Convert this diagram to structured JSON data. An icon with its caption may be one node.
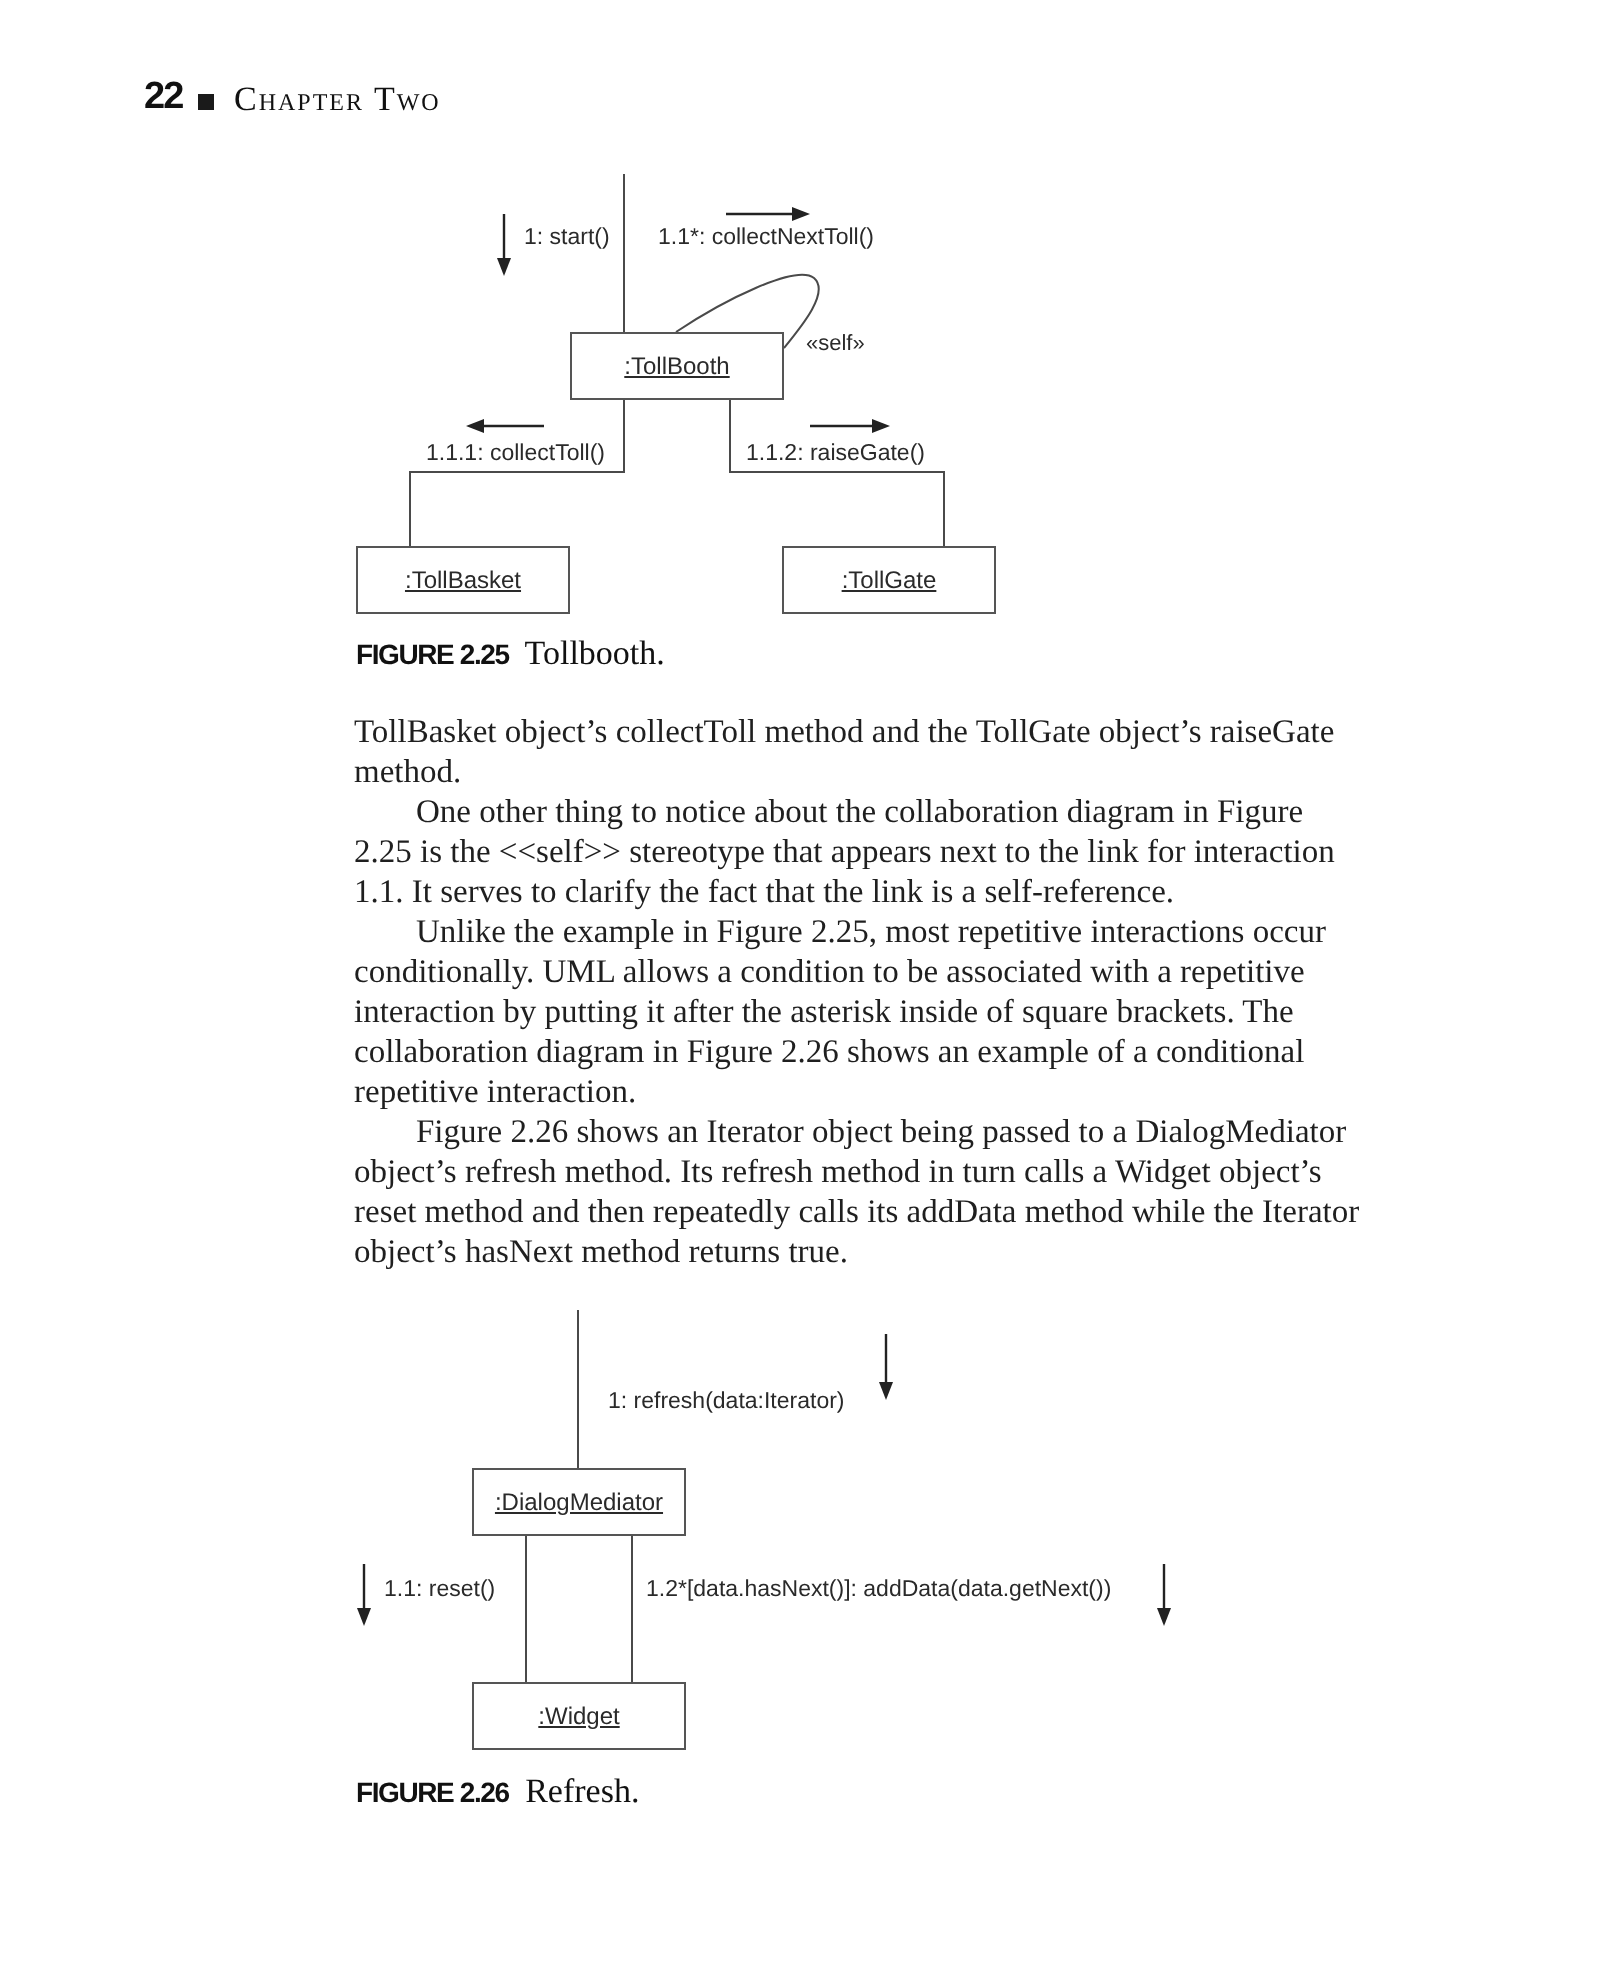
{
  "diagram": {
    "nodes": [
      {
        "text": [
          ":TollBooth"
        ]
      },
      {
        "text": [
          ":TollBasket"
        ]
      },
      {
        "text": [
          ":TollGate"
        ]
      },
      {
        "text": [
          ":DialogMediator"
        ]
      },
      {
        "text": [
          ":Widget"
        ]
      }
    ],
    "edges": [
      {
        "from": null,
        "to": 0,
        "arrow": "none",
        "label": "1: start()"
      },
      {
        "from": 0,
        "to": 0,
        "arrow": "none",
        "label": "1.1*: collectNextToll()"
      },
      {
        "from": 0,
        "to": 1,
        "arrow": "none",
        "label": "1.1.1: collectToll()"
      },
      {
        "from": 0,
        "to": 2,
        "arrow": "none",
        "label": "1.1.2: raiseGate()"
      },
      {
        "from": null,
        "to": 3,
        "arrow": "none",
        "label": "1: refresh(data:Iterator)"
      },
      {
        "from": 3,
        "to": 4,
        "arrow": "none",
        "label": "1.1: reset()"
      },
      {
        "from": 3,
        "to": 4,
        "arrow": "none",
        "label": "1.2*[data.hasNext()]: addData(data.getNext())"
      }
    ],
    "labels": [
      "22",
      "Chapter Two",
      "«self»",
      "**FIGURE 2.25** Tollbooth.",
      "TollBasket object’s collectToll method and the TollGate object’s raiseGate method.",
      "One other thing to notice about the collaboration diagram in Figure 2.25 is the <<self>> stereotype that appears next to the link for interaction 1.1. It serves to clarify the fact that the link is a self-reference.",
      "Unlike the example in Figure 2.25, most repetitive interactions occur conditionally. UML allows a condition to be associated with a repetitive interaction by putting it after the asterisk inside of square brackets. The collaboration diagram in Figure 2.26 shows an example of a conditional repetitive interaction.",
      "Figure 2.26 shows an Iterator object being passed to a DialogMediator object’s refresh method. Its refresh method in turn calls a Widget object’s reset method and then repeatedly calls its addData method while the Iterator object’s hasNext method returns true.",
      "**FIGURE 2.26** Refresh."
    ]
  }
}
